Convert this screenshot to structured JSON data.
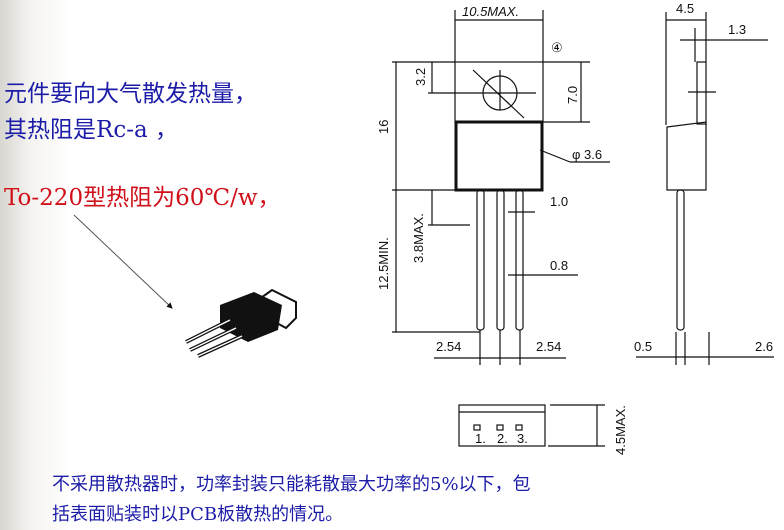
{
  "text": {
    "line1": "元件要向大气散发热量，",
    "line2": "其热阻是Rc-a ，",
    "line3": "To-220型热阻为60℃/w，",
    "bottom1": "不采用散热器时，功率封装只能耗散最大功率的5%以下，包",
    "bottom2": "括表面贴装时以PCB板散热的情况。"
  },
  "drawing": {
    "width_max": "10.5MAX.",
    "note": "④",
    "d32": "3.2",
    "d70": "7.0",
    "d16": "16",
    "hole": "φ 3.6",
    "d38": "3.8MAX.",
    "d125": "12.5MIN.",
    "d10": "1.0",
    "d08": "0.8",
    "pitch_left": "2.54",
    "pitch_right": "2.54",
    "side_45": "4.5",
    "side_13": "1.3",
    "side_05": "0.5",
    "side_26": "2.6",
    "bottom_45": "4.5MAX.",
    "pin1": "1.",
    "pin2": "2.",
    "pin3": "3."
  },
  "colors": {
    "blue": "#1c1ca8",
    "red": "#d0101a"
  }
}
